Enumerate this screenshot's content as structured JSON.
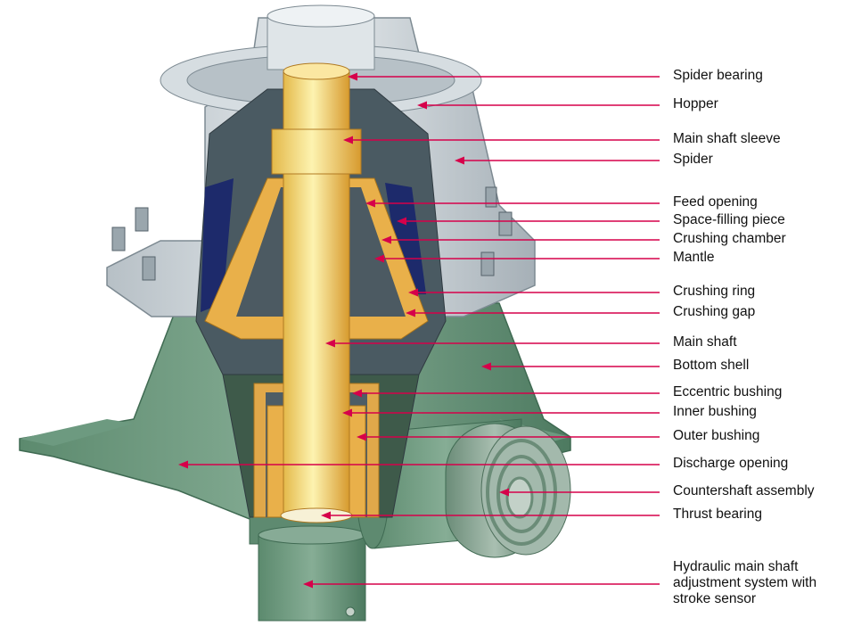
{
  "diagram": {
    "labels": [
      "Spider bearing",
      "Hopper",
      "Main shaft sleeve",
      "Spider",
      "Feed opening",
      "Space-filling piece",
      "Crushing chamber",
      "Mantle",
      "Crushing ring",
      "Crushing gap",
      "Main shaft",
      "Bottom shell",
      "Eccentric bushing",
      "Inner bushing",
      "Outer bushing",
      "Discharge opening",
      "Countershaft assembly",
      "Thrust bearing",
      "Hydraulic main shaft adjustment system with stroke sensor"
    ],
    "colors": {
      "leader": "#d6004a",
      "green_shell": "#6f9a80",
      "green_dark": "#3f6a52",
      "grey_frame": "#c9d1d6",
      "grey_dark": "#7d8a92",
      "gold": "#e9b04a",
      "gold_light": "#f7e08a",
      "liner_blue": "#1d2a6b"
    }
  }
}
